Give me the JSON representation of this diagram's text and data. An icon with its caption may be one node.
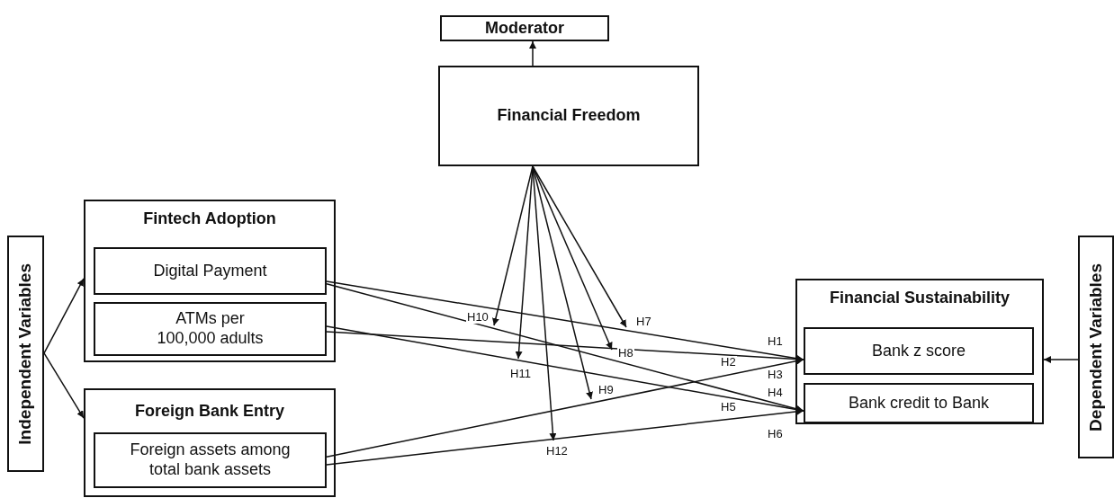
{
  "diagram": {
    "nodes": [
      {
        "text": [
          "Moderator"
        ]
      },
      {
        "text": [
          "Financial Freedom"
        ]
      },
      {
        "text": [
          "Independent Variables"
        ]
      },
      {
        "text": [
          "Fintech Adoption"
        ]
      },
      {
        "text": [
          "Digital Payment"
        ],
        "in": 3
      },
      {
        "text": [
          "ATMs per 100,000 adults"
        ],
        "in": 3
      },
      {
        "text": [
          "Foreign Bank Entry"
        ]
      },
      {
        "text": [
          "Foreign assets among total bank assets"
        ],
        "in": 6
      },
      {
        "text": [
          "Financial Sustainability"
        ]
      },
      {
        "text": [
          "Bank z score"
        ],
        "in": 8
      },
      {
        "text": [
          "Bank credit to Bank"
        ],
        "in": 8
      },
      {
        "text": [
          "Dependent Variables"
        ]
      }
    ],
    "edges": [
      {
        "from": 1,
        "to": 0,
        "arrow": "to"
      },
      {
        "from": 2,
        "to": 3,
        "arrow": "to"
      },
      {
        "from": 2,
        "to": 6,
        "arrow": "to"
      },
      {
        "from": 11,
        "to": 8,
        "arrow": "to"
      },
      {
        "from": 4,
        "to": 9,
        "arrow": "to",
        "label": "H1"
      },
      {
        "from": 5,
        "to": 9,
        "arrow": "to",
        "label": "H2"
      },
      {
        "from": 7,
        "to": 9,
        "arrow": "to",
        "label": "H3"
      },
      {
        "from": 4,
        "to": 10,
        "arrow": "to",
        "label": "H4"
      },
      {
        "from": 5,
        "to": 10,
        "arrow": "to",
        "label": "H5"
      },
      {
        "from": 7,
        "to": 10,
        "arrow": "to",
        "label": "H6"
      },
      {
        "from": 1,
        "to": null,
        "arrow": "to",
        "label": "H7"
      },
      {
        "from": 1,
        "to": null,
        "arrow": "to",
        "label": "H8"
      },
      {
        "from": 1,
        "to": null,
        "arrow": "to",
        "label": "H9"
      },
      {
        "from": 1,
        "to": null,
        "arrow": "to",
        "label": "H10"
      },
      {
        "from": 1,
        "to": null,
        "arrow": "to",
        "label": "H11"
      },
      {
        "from": 1,
        "to": null,
        "arrow": "to",
        "label": "H12"
      }
    ]
  }
}
